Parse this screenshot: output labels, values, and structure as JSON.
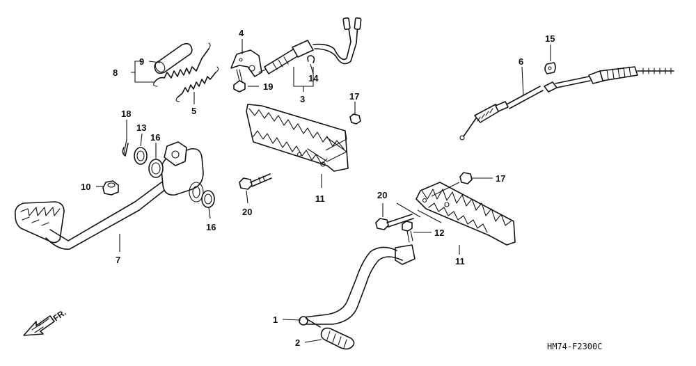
{
  "callouts": {
    "c1": "1",
    "c2": "2",
    "c3": "3",
    "c4": "4",
    "c5": "5",
    "c6": "6",
    "c7": "7",
    "c8": "8",
    "c9": "9",
    "c10": "10",
    "c11a": "11",
    "c11b": "11",
    "c12": "12",
    "c13": "13",
    "c14": "14",
    "c15": "15",
    "c16a": "16",
    "c16b": "16",
    "c17a": "17",
    "c17b": "17",
    "c18": "18",
    "c19": "19",
    "c20a": "20",
    "c20b": "20"
  },
  "direction_label": "FR.",
  "drawing_code": "HM74-F2300C"
}
